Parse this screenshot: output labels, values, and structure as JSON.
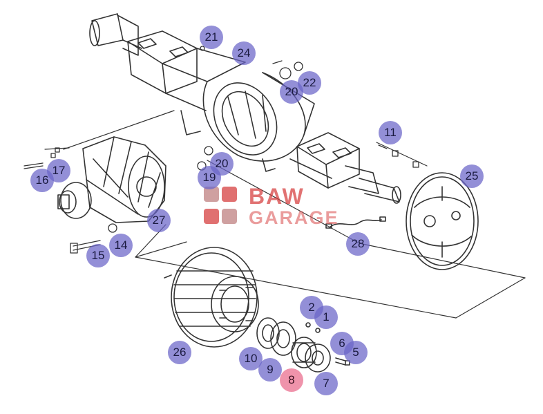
{
  "diagram": {
    "watermark": {
      "line1": "BAW",
      "line2": "GARAGE",
      "color": "#d63c3c"
    },
    "callout_color": "#6a64c8",
    "highlight_color": "#eb7896",
    "callouts": [
      {
        "id": "c21",
        "label": "21"
      },
      {
        "id": "c24",
        "label": "24"
      },
      {
        "id": "c20a",
        "label": "20"
      },
      {
        "id": "c22",
        "label": "22"
      },
      {
        "id": "c11",
        "label": "11"
      },
      {
        "id": "c16",
        "label": "16"
      },
      {
        "id": "c17",
        "label": "17"
      },
      {
        "id": "c20b",
        "label": "20"
      },
      {
        "id": "c19",
        "label": "19"
      },
      {
        "id": "c25",
        "label": "25"
      },
      {
        "id": "c27",
        "label": "27"
      },
      {
        "id": "c15",
        "label": "15"
      },
      {
        "id": "c14",
        "label": "14"
      },
      {
        "id": "c28",
        "label": "28"
      },
      {
        "id": "c2",
        "label": "2"
      },
      {
        "id": "c1",
        "label": "1"
      },
      {
        "id": "c6",
        "label": "6"
      },
      {
        "id": "c5",
        "label": "5"
      },
      {
        "id": "c26",
        "label": "26"
      },
      {
        "id": "c10",
        "label": "10"
      },
      {
        "id": "c9",
        "label": "9"
      },
      {
        "id": "c8",
        "label": "8",
        "highlight": true
      },
      {
        "id": "c7",
        "label": "7"
      }
    ]
  }
}
